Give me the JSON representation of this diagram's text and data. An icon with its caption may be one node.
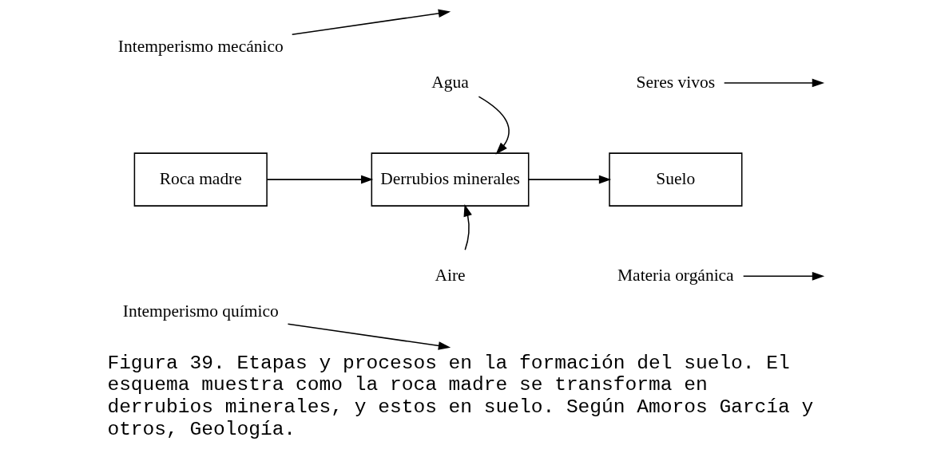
{
  "diagram": {
    "caption": "Figura 39. Etapas y procesos en la formación del suelo. El esquema muestra como la roca madre se transforma en derrubios minerales, y estos en suelo. Según Amoros García y otros, Geología.",
    "nodes": [
      {
        "text": [
          "Roca madre"
        ]
      },
      {
        "text": [
          "Derrubios minerales"
        ]
      },
      {
        "text": [
          "Suelo"
        ]
      },
      {
        "text": [
          "Intemperismo mecánico"
        ]
      },
      {
        "text": [
          "Intemperismo químico"
        ]
      },
      {
        "text": [
          "Agua"
        ]
      },
      {
        "text": [
          "Aire"
        ]
      },
      {
        "text": [
          "Seres vivos"
        ]
      },
      {
        "text": [
          "Materia orgánica"
        ]
      }
    ],
    "edges": [
      {
        "from": 0,
        "to": 1,
        "arrow": "to"
      },
      {
        "from": 1,
        "to": 2,
        "arrow": "to"
      },
      {
        "from": 3,
        "to": null,
        "arrow": "to"
      },
      {
        "from": 4,
        "to": null,
        "arrow": "to"
      },
      {
        "from": 5,
        "to": 1,
        "arrow": "to"
      },
      {
        "from": 6,
        "to": 1,
        "arrow": "to"
      },
      {
        "from": 7,
        "to": null,
        "arrow": "to"
      },
      {
        "from": 8,
        "to": null,
        "arrow": "to"
      }
    ]
  }
}
